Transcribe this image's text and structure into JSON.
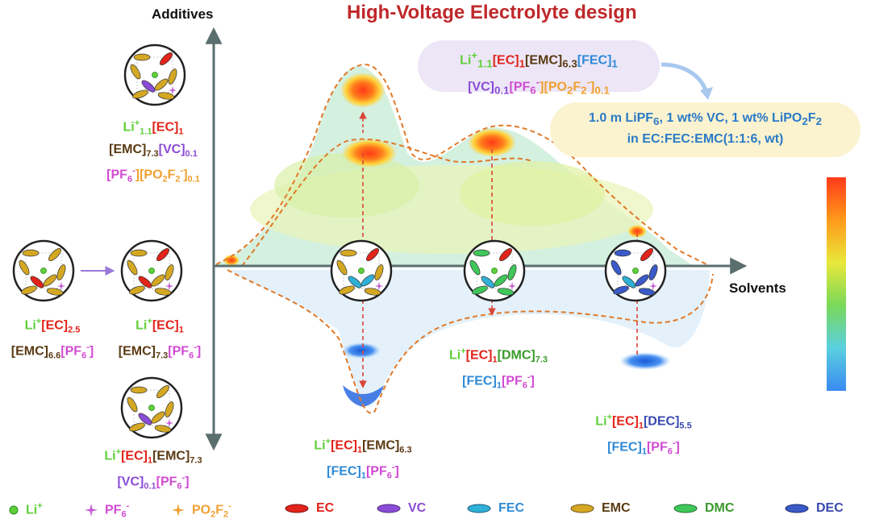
{
  "title": "High-Voltage Electrolyte design",
  "axes": {
    "y_label": "Additives",
    "x_label": "Solvents"
  },
  "formulas": {
    "add_top": {
      "l1": [
        "Li",
        "+",
        "1.1",
        "[EC]",
        "1"
      ],
      "l2": [
        "[EMC]",
        "7.3",
        "[VC]",
        "0.1"
      ],
      "l3": [
        "[PF",
        "6",
        "-",
        "][PO",
        "2",
        "F",
        "2",
        "-",
        "]",
        "0.1"
      ]
    },
    "add_left": {
      "l1": [
        "Li",
        "+",
        "[EC]",
        "2.5"
      ],
      "l2": [
        "[EMC]",
        "6.6",
        "[PF",
        "6",
        "-",
        "]"
      ]
    },
    "add_mid": {
      "l1": [
        "Li",
        "+",
        "[EC]",
        "1"
      ],
      "l2": [
        "[EMC]",
        "7.3",
        "[PF",
        "6",
        "-",
        "]"
      ]
    },
    "add_bottom": {
      "l1": [
        "Li",
        "+",
        "[EC]",
        "1",
        "[EMC]",
        "7.3"
      ],
      "l2": [
        "[VC]",
        "0.1",
        "[PF",
        "6",
        "-",
        "]"
      ]
    },
    "opt": {
      "l1": [
        "Li",
        "+",
        "1.1",
        "[EC]",
        "1",
        "[EMC]",
        "6.3",
        "[FEC]",
        "1"
      ],
      "l2": [
        "[VC]",
        "0.1",
        "[PF",
        "6",
        "-",
        "][PO",
        "2",
        "F",
        "2",
        "-",
        "]",
        "0.1"
      ]
    },
    "emc": {
      "l1": [
        "Li",
        "+",
        "[EC]",
        "1",
        "[EMC]",
        "6.3"
      ],
      "l2": [
        "[FEC]",
        "1",
        "[PF",
        "6",
        "-",
        "]"
      ]
    },
    "dmc": {
      "l1": [
        "Li",
        "+",
        "[EC]",
        "1",
        "[DMC]",
        "7.3"
      ],
      "l2": [
        "[FEC]",
        "1",
        "[PF",
        "6",
        "-",
        "]"
      ]
    },
    "dec": {
      "l1": [
        "Li",
        "+",
        "[EC]",
        "1",
        "[DEC]",
        "5.5"
      ],
      "l2": [
        "[FEC]",
        "1",
        "[PF",
        "6",
        "-",
        "]"
      ]
    }
  },
  "recipe": {
    "l1": [
      "1.0 m LiPF",
      "6",
      ", 1 wt% VC, 1 wt% LiPO",
      "2",
      "F",
      "2"
    ],
    "l2": "in EC:FEC:EMC(1:1:6, wt)"
  },
  "legend": [
    {
      "label": "Li",
      "sup": "+",
      "icon": "li-dot",
      "color": "#5fcf3a"
    },
    {
      "label": "PF",
      "sub": "6",
      "sup": "-",
      "icon": "star",
      "color": "#c45ad6"
    },
    {
      "label": "PO",
      "sub": "2",
      "label2": "F",
      "sub2": "2",
      "sup": "-",
      "icon": "star",
      "color": "#f0a030"
    },
    {
      "label": "EC",
      "icon": "ellipse",
      "color": "#e2231a"
    },
    {
      "label": "VC",
      "icon": "ellipse",
      "color": "#8a4bd6"
    },
    {
      "label": "FEC",
      "icon": "ellipse",
      "color": "#2fb0d6"
    },
    {
      "label": "EMC",
      "icon": "ellipse",
      "color": "#d4a823"
    },
    {
      "label": "DMC",
      "icon": "ellipse",
      "color": "#3fc75a"
    },
    {
      "label": "DEC",
      "icon": "ellipse",
      "color": "#3a5ac8"
    }
  ],
  "colors": {
    "title": "#c0282a",
    "axis": "#5a6e6e",
    "dashed": "#e07a2a",
    "bubble_purple": "#ece6f7",
    "bubble_yellow": "#fbf3cf"
  }
}
